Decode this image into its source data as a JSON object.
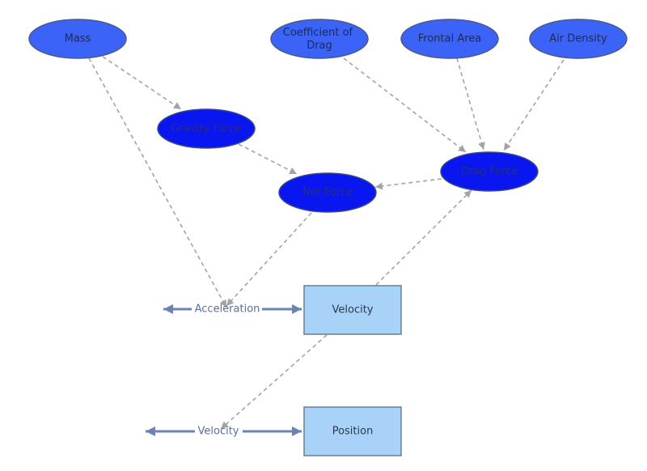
{
  "colors": {
    "variable_fill": "#3b63f7",
    "variable_stroke": "#4a5a8a",
    "converter_fill": "#0a16ef",
    "converter_stroke": "#3a4a88",
    "converter_text": "#2a3070",
    "variable_text": "#1e2a55",
    "stock_fill": "#a8d2f7",
    "stock_stroke": "#6a7f8f",
    "stock_text": "#2b3a4a",
    "flow": "#6a82b4",
    "flow_text": "#5c6f96",
    "influence": "#a3a3a3"
  },
  "variables": {
    "mass": "Mass",
    "drag_coefficient": [
      "Coefficient of",
      "Drag"
    ],
    "frontal_area": "Frontal Area",
    "air_density": "Air Density",
    "gravity_force": "Gravity Force",
    "drag_force": "Drag Force",
    "net_force": "Net Force"
  },
  "stocks": {
    "velocity": "Velocity",
    "position": "Position"
  },
  "flows": {
    "acceleration": "Acceleration",
    "velocity": "Velocity"
  },
  "links": [
    [
      "mass",
      "gravity_force"
    ],
    [
      "mass",
      "acceleration"
    ],
    [
      "drag_coefficient",
      "drag_force"
    ],
    [
      "frontal_area",
      "drag_force"
    ],
    [
      "air_density",
      "drag_force"
    ],
    [
      "gravity_force",
      "net_force"
    ],
    [
      "drag_force",
      "net_force"
    ],
    [
      "net_force",
      "acceleration"
    ],
    [
      "velocity_stock",
      "drag_force"
    ],
    [
      "velocity_stock",
      "velocity_flow"
    ]
  ]
}
